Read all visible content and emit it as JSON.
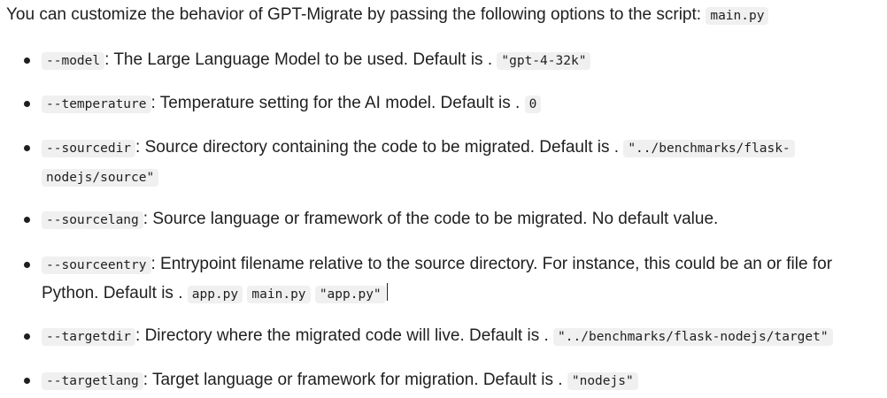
{
  "intro": {
    "text": "You can customize the behavior of GPT-Migrate by passing the following options to the script: ",
    "script_code": "main.py"
  },
  "options": [
    {
      "flag": "--model",
      "desc": ": The Large Language Model to be used. Default is . ",
      "default": "\"gpt-4-32k\""
    },
    {
      "flag": "--temperature",
      "desc": ": Temperature setting for the AI model. Default is . ",
      "default": "0"
    },
    {
      "flag": "--sourcedir",
      "desc": ": Source directory containing the code to be migrated. Default is . ",
      "default_line1": "\"../benchmarks/flask-",
      "default_line2": "nodejs/source\""
    },
    {
      "flag": "--sourcelang",
      "desc": ": Source language or framework of the code to be migrated. No default value."
    },
    {
      "flag": "--sourceentry",
      "desc": ": Entrypoint filename relative to the source directory. For instance, this could be an or file for",
      "desc2": "Python. Default is . ",
      "code1": "app.py",
      "code2": "main.py",
      "code3": "\"app.py\""
    },
    {
      "flag": "--targetdir",
      "desc": ": Directory where the migrated code will live. Default is . ",
      "default": "\"../benchmarks/flask-nodejs/target\""
    },
    {
      "flag": "--targetlang",
      "desc": ": Target language or framework for migration. Default is . ",
      "default": "\"nodejs\""
    }
  ]
}
